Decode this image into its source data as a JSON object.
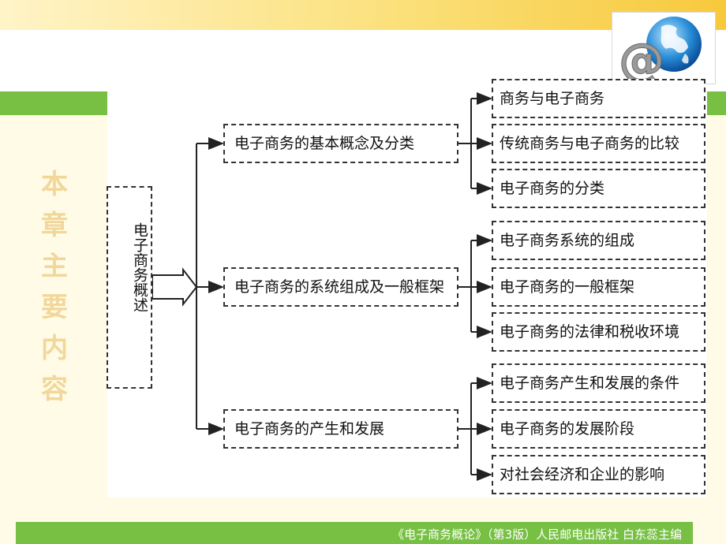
{
  "side_title": [
    "本",
    "章",
    "主",
    "要",
    "内",
    "容"
  ],
  "footer": "《电子商务概论》（第3版）人民邮电出版社 白东蕊主编",
  "logo_icon": "at-globe-icon",
  "root": "电子商务概述",
  "branches": [
    {
      "label": "电子商务的基本概念及分类",
      "children": [
        "商务与电子商务",
        "传统商务与电子商务的比较",
        "电子商务的分类"
      ]
    },
    {
      "label": "电子商务的系统组成及一般框架",
      "children": [
        "电子商务系统的组成",
        "电子商务的一般框架",
        "电子商务的法律和税收环境"
      ]
    },
    {
      "label": "电子商务的产生和发展",
      "children": [
        "电子商务产生和发展的条件",
        "电子商务的发展阶段",
        "对社会经济和企业的影响"
      ]
    }
  ],
  "colors": {
    "green": "#77c043",
    "gold": "#f7c93c",
    "side_title": "#f2d79a"
  }
}
